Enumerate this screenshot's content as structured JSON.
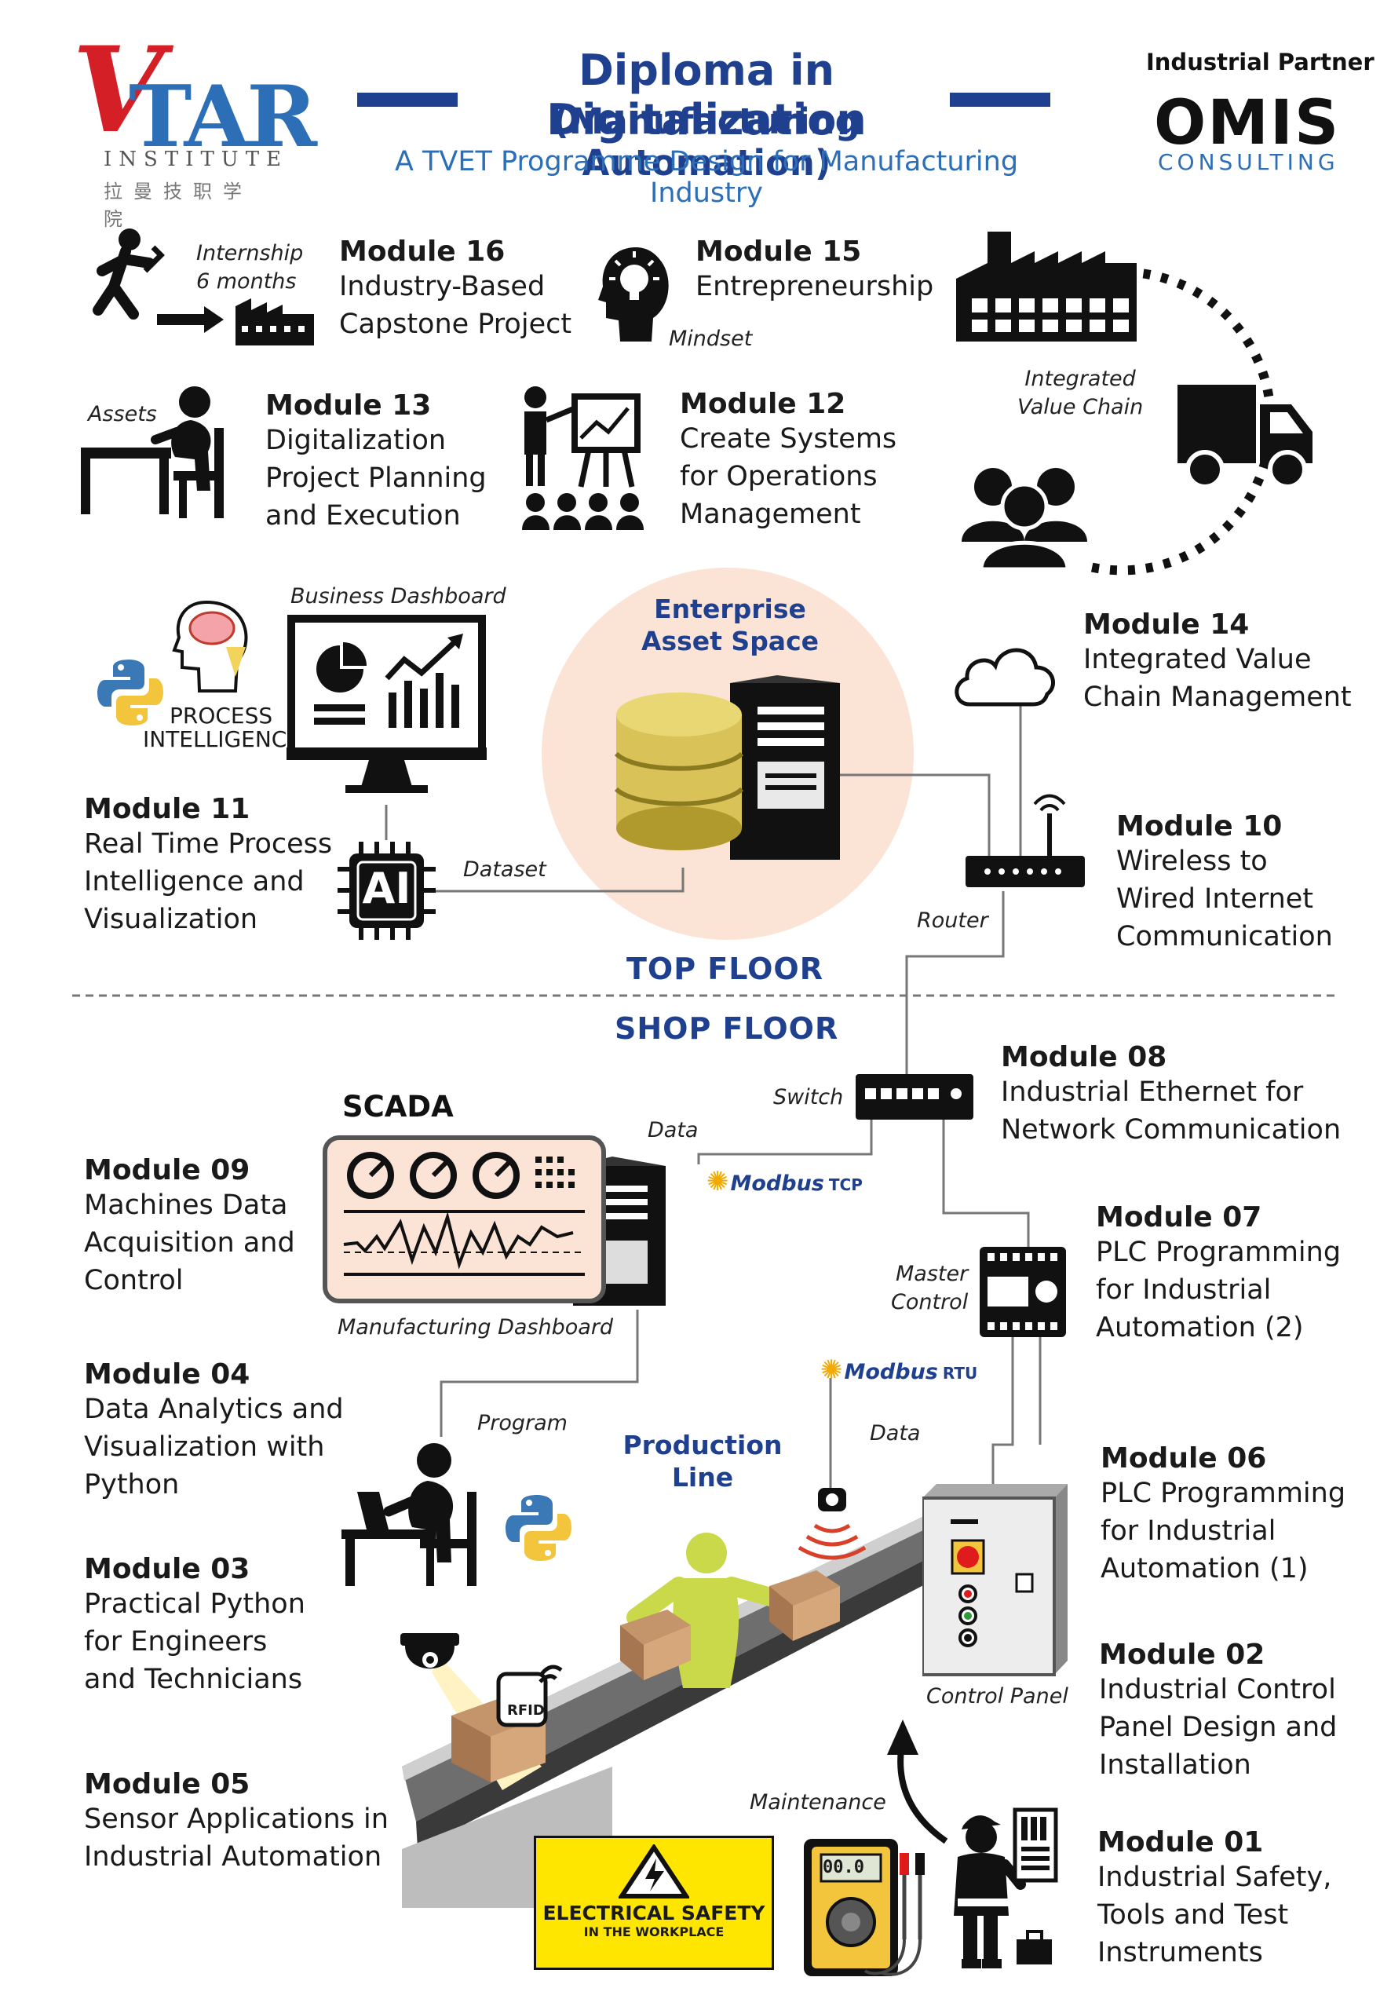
{
  "header": {
    "logo": {
      "v": "V",
      "tar": "TAR",
      "institute": "INSTITUTE",
      "chinese": "拉曼技职学院"
    },
    "title_line1": "Diploma in Digitalization",
    "title_line2": "(Manufacturing Automation)",
    "title_line3": "A TVET Programme Design for Manufacturing Industry",
    "partner_label": "Industrial Partner",
    "partner_name": "OMIS",
    "partner_sub": "CONSULTING"
  },
  "colors": {
    "primary_blue": "#1f3f8f",
    "accent_blue": "#2c6fb7",
    "logo_red": "#d41f26",
    "enterprise_circle": "#fbe3d6",
    "yellow": "#ffe600"
  },
  "modules": {
    "m16": {
      "title": "Module 16",
      "lines": [
        "Industry-Based",
        "Capstone Project"
      ]
    },
    "m15": {
      "title": "Module 15",
      "lines": [
        "Entrepreneurship"
      ]
    },
    "m14": {
      "title": "Module 14",
      "lines": [
        "Integrated Value",
        "Chain Management"
      ]
    },
    "m13": {
      "title": "Module 13",
      "lines": [
        "Digitalization",
        "Project Planning",
        "and Execution"
      ]
    },
    "m12": {
      "title": "Module 12",
      "lines": [
        "Create Systems",
        "for Operations",
        "Management"
      ]
    },
    "m11": {
      "title": "Module 11",
      "lines": [
        "Real Time Process",
        "Intelligence and",
        "Visualization"
      ]
    },
    "m10": {
      "title": "Module 10",
      "lines": [
        "Wireless to",
        "Wired Internet",
        "Communication"
      ]
    },
    "m09": {
      "title": "Module 09",
      "lines": [
        "Machines Data",
        "Acquisition and",
        "Control"
      ]
    },
    "m08": {
      "title": "Module 08",
      "lines": [
        "Industrial Ethernet for",
        "Network Communication"
      ]
    },
    "m07": {
      "title": "Module 07",
      "lines": [
        "PLC Programming",
        "for Industrial",
        "Automation (2)"
      ]
    },
    "m06": {
      "title": "Module 06",
      "lines": [
        "PLC Programming",
        "for Industrial",
        "Automation (1)"
      ]
    },
    "m05": {
      "title": "Module 05",
      "lines": [
        "Sensor Applications in",
        "Industrial Automation"
      ]
    },
    "m04": {
      "title": "Module 04",
      "lines": [
        "Data Analytics and",
        "Visualization with",
        "Python"
      ]
    },
    "m03": {
      "title": "Module 03",
      "lines": [
        "Practical Python",
        "for Engineers",
        "and Technicians"
      ]
    },
    "m02": {
      "title": "Module 02",
      "lines": [
        "Industrial Control",
        "Panel Design and",
        "Installation"
      ]
    },
    "m01": {
      "title": "Module 01",
      "lines": [
        "Industrial  Safety,",
        "Tools and Test",
        "Instruments"
      ]
    }
  },
  "labels": {
    "internship": [
      "Internship",
      "6 months"
    ],
    "mindset": "Mindset",
    "assets": "Assets",
    "integrated_value_chain": [
      "Integrated",
      "Value Chain"
    ],
    "business_dashboard": "Business Dashboard",
    "process_intelligence": [
      "PROCESS",
      "INTELLIGENCE"
    ],
    "enterprise": [
      "Enterprise",
      "Asset Space"
    ],
    "dataset": "Dataset",
    "router": "Router",
    "ai": "AI",
    "top_floor": "TOP FLOOR",
    "shop_floor": "SHOP FLOOR",
    "switch": "Switch",
    "scada": "SCADA",
    "data1": "Data",
    "modbus_tcp": [
      "Modbus",
      "TCP"
    ],
    "manufacturing_dashboard": "Manufacturing Dashboard",
    "master_control": [
      "Master",
      "Control"
    ],
    "modbus_rtu": [
      "Modbus",
      "RTU"
    ],
    "program": "Program",
    "data2": "Data",
    "production_line": [
      "Production",
      "Line"
    ],
    "rfid": "RFID",
    "control_panel": "Control Panel",
    "maintenance": "Maintenance",
    "electrical_safety": [
      "ELECTRICAL SAFETY",
      "IN THE WORKPLACE"
    ],
    "meter_display": "00.0"
  }
}
